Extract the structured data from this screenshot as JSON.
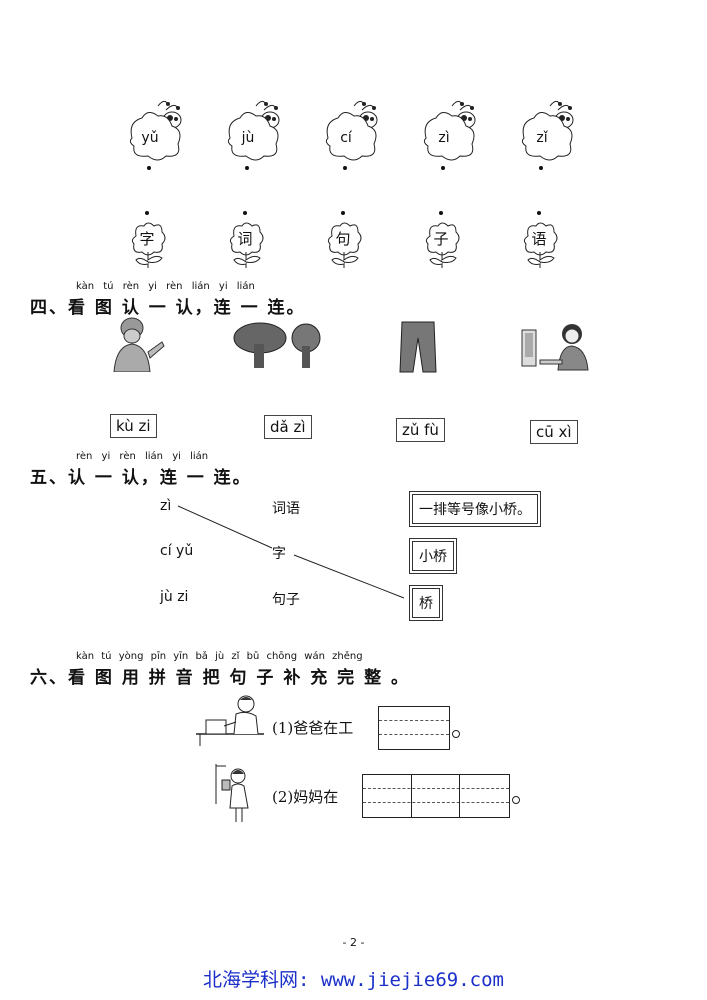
{
  "section3": {
    "bees": [
      "yǔ",
      "jù",
      "cí",
      "zì",
      "zǐ"
    ],
    "flowers": [
      "字",
      "词",
      "句",
      "子",
      "语"
    ]
  },
  "section4": {
    "pinyin": "kàn tú rèn yi rèn lián yi lián",
    "title": "四、看 图 认 一 认，连 一 连。",
    "boxes": [
      "kù zi",
      "dǎ zì",
      "zǔ fù",
      "cū xì"
    ]
  },
  "section5": {
    "pinyin": "rèn yi rèn lián yi lián",
    "title": "五、认 一 认，连 一 连。",
    "left": [
      "zì",
      "cí yǔ",
      "jù zi"
    ],
    "middle": [
      "词语",
      "字",
      "句子"
    ],
    "right": [
      "一排等号像小桥。",
      "小桥",
      "桥"
    ]
  },
  "section6": {
    "pinyin": "kàn tú yòng pīn yīn bǎ jù zǐ bǔ chōng wán zhěng",
    "title": "六、看 图 用 拼 音 把 句 子 补 充 完 整 。",
    "sentence1": "(1)爸爸在工",
    "sentence2": "(2)妈妈在"
  },
  "page_number": "- 2 -",
  "footer": "北海学科网: www.jiejie69.com"
}
